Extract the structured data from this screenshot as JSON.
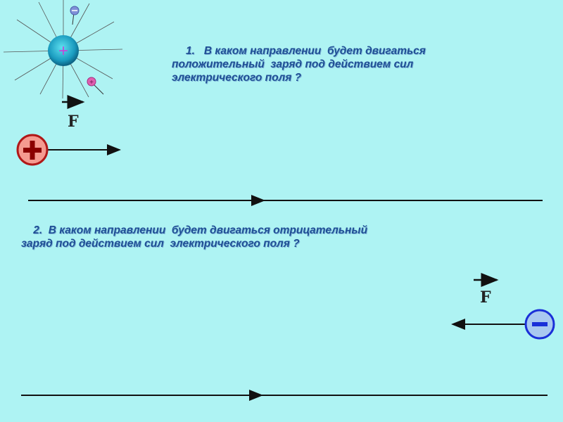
{
  "question1": {
    "line1": "1.   В каком направлении  будет двигаться",
    "line2": "положительный  заряд под действием сил",
    "line3": "электрического поля ?"
  },
  "question2": {
    "line1": "    2.  В каком направлении  будет двигаться отрицательный",
    "line2": "заряд под действием сил  электрического поля ?"
  },
  "force_label": "F",
  "charges": {
    "source": "+",
    "positive": "+",
    "negative": "−"
  },
  "colors": {
    "background": "#aef3f3",
    "text": "#1f4f95",
    "positive": "#f08c84",
    "negative": "#3a4fe0"
  }
}
